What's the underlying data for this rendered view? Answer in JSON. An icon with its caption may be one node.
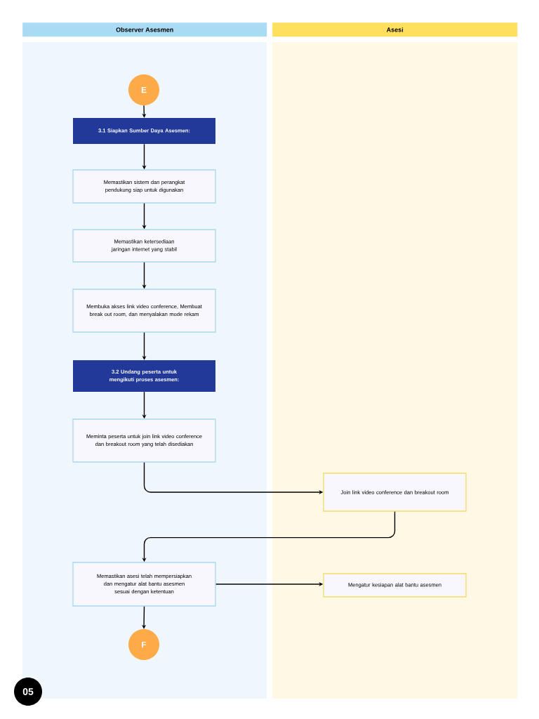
{
  "diagram": {
    "nodes": [
      {
        "text": [
          "Observer Asesmen"
        ]
      },
      {
        "text": [
          "Asesi"
        ]
      },
      {
        "text": [
          "E"
        ],
        "in": 0
      },
      {
        "text": [
          "3.1 Siapkan Sumber Daya Asesmen:"
        ],
        "in": 0
      },
      {
        "text": [
          "Memastikan sistem dan perangkat pendukung siap untuk digunakan"
        ],
        "in": 0
      },
      {
        "text": [
          "Memastikan ketersediaan jaringan internet yang stabil"
        ],
        "in": 0
      },
      {
        "text": [
          "Membuka akses link video conference, Membuat break out room, dan menyalakan mode rekam"
        ],
        "in": 0
      },
      {
        "text": [
          "3.2 Undang peserta untuk mengikuti proses asesmen:"
        ],
        "in": 0
      },
      {
        "text": [
          "Meminta peserta untuk join link video conference dan breakout room yang telah disediakan"
        ],
        "in": 0
      },
      {
        "text": [
          "Join link video conference dan breakout room"
        ],
        "in": 1
      },
      {
        "text": [
          "Memastikan asesi telah mempersiapkan dan mengatur alat bantu asesmen sesuai dengan ketentuan"
        ],
        "in": 0
      },
      {
        "text": [
          "Mengatur kesiapan alat bantu asesmen"
        ],
        "in": 1
      },
      {
        "text": [
          "F"
        ],
        "in": 0
      }
    ],
    "edges": [
      {
        "from": 2,
        "to": 3,
        "arrow": "to"
      },
      {
        "from": 3,
        "to": 4,
        "arrow": "to"
      },
      {
        "from": 4,
        "to": 5,
        "arrow": "to"
      },
      {
        "from": 5,
        "to": 6,
        "arrow": "to"
      },
      {
        "from": 6,
        "to": 7,
        "arrow": "to"
      },
      {
        "from": 7,
        "to": 8,
        "arrow": "to"
      },
      {
        "from": 8,
        "to": 9,
        "arrow": "to"
      },
      {
        "from": 9,
        "to": 10,
        "arrow": "to"
      },
      {
        "from": 10,
        "to": 11,
        "arrow": "to"
      },
      {
        "from": 10,
        "to": 12,
        "arrow": "to"
      }
    ],
    "labels": [
      "05"
    ]
  }
}
